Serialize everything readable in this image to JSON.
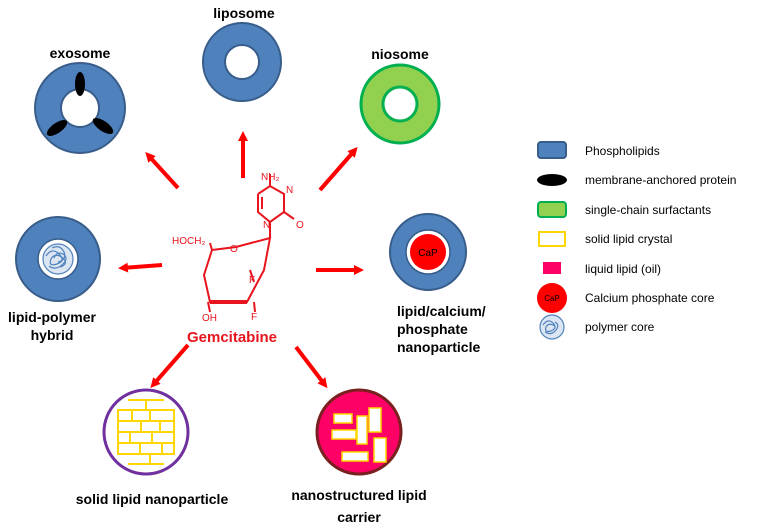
{
  "colors": {
    "phospholipid": "#4f81bd",
    "phospholipid_edge": "#385d8a",
    "surfactant": "#92d050",
    "surfactant_edge": "#00b050",
    "crystal": "#ffd700",
    "oil": "#ff0066",
    "cap": "#ff0000",
    "arrow": "#ff0000",
    "drug": "#e8141e",
    "sln_edge": "#7030a0",
    "nlc_edge": "#7a1f1f"
  },
  "drug": {
    "name": "Gemcitabine",
    "nh2": "NH₂",
    "n": "N",
    "o_carbonyl": "O",
    "ring_o": "O",
    "hoch2": "HOCH₂",
    "f1": "F",
    "f2": "F",
    "oh": "OH"
  },
  "carriers": {
    "liposome": "liposome",
    "exosome": "exosome",
    "niosome": "niosome",
    "hybrid_line1": "lipid-polymer",
    "hybrid_line2": "hybrid",
    "lcp_line1": "lipid/calcium/",
    "lcp_line2": "phosphate",
    "lcp_line3": "nanoparticle",
    "lcp_core": "CaP",
    "sln": "solid lipid nanoparticle",
    "nlc_line1": "nanostructured lipid",
    "nlc_line2": "carrier"
  },
  "legend": [
    {
      "icon": "phospholipid-swatch",
      "label": "Phospholipids"
    },
    {
      "icon": "protein-swatch",
      "label": "membrane-anchored protein"
    },
    {
      "icon": "surfactant-swatch",
      "label": "single-chain surfactants"
    },
    {
      "icon": "crystal-swatch",
      "label": "solid lipid crystal"
    },
    {
      "icon": "oil-swatch",
      "label": "liquid lipid (oil)"
    },
    {
      "icon": "cap-core-swatch",
      "label": "Calcium phosphate core",
      "icon_text": "CaP"
    },
    {
      "icon": "polymer-core-swatch",
      "label": "polymer core"
    }
  ]
}
